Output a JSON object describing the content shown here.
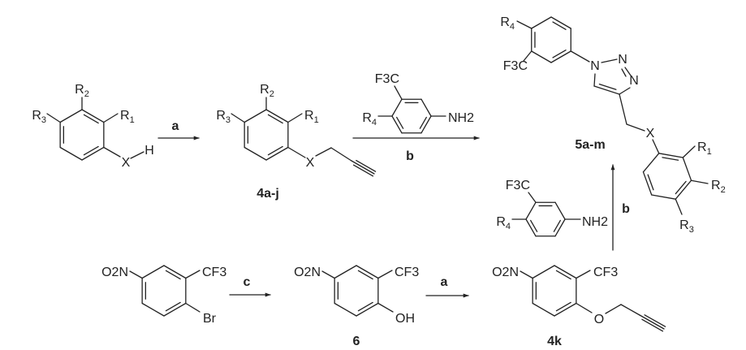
{
  "colors": {
    "ink": "#222222",
    "background": "#ffffff"
  },
  "reagents": {
    "a": "a",
    "b": "b",
    "c": "c"
  },
  "compounds": {
    "c4aj": "4a-j",
    "c5am": "5a-m",
    "c6": "6",
    "c4k": "4k"
  },
  "start_aryl": {
    "R1": "R1",
    "R2": "R2",
    "R3": "R3",
    "X": "X",
    "H": "H"
  },
  "alkyne_4aj": {
    "R1": "R1",
    "R2": "R2",
    "R3": "R3",
    "X": "X"
  },
  "aniline": {
    "CF3": "F3C",
    "R4": "R4",
    "NH2": "NH2"
  },
  "product": {
    "R4": "R4",
    "CF3": "F3C",
    "N1": "N",
    "N2": "N",
    "N3": "N",
    "X": "X",
    "R1": "R1",
    "R2": "R2",
    "R3": "R3"
  },
  "bromide": {
    "NO2": "O2N",
    "CF3": "CF3",
    "Br": "Br"
  },
  "phenol_6": {
    "NO2": "O2N",
    "CF3": "CF3",
    "OH": "OH"
  },
  "ether_4k": {
    "NO2": "O2N",
    "CF3": "CF3",
    "O": "O"
  }
}
